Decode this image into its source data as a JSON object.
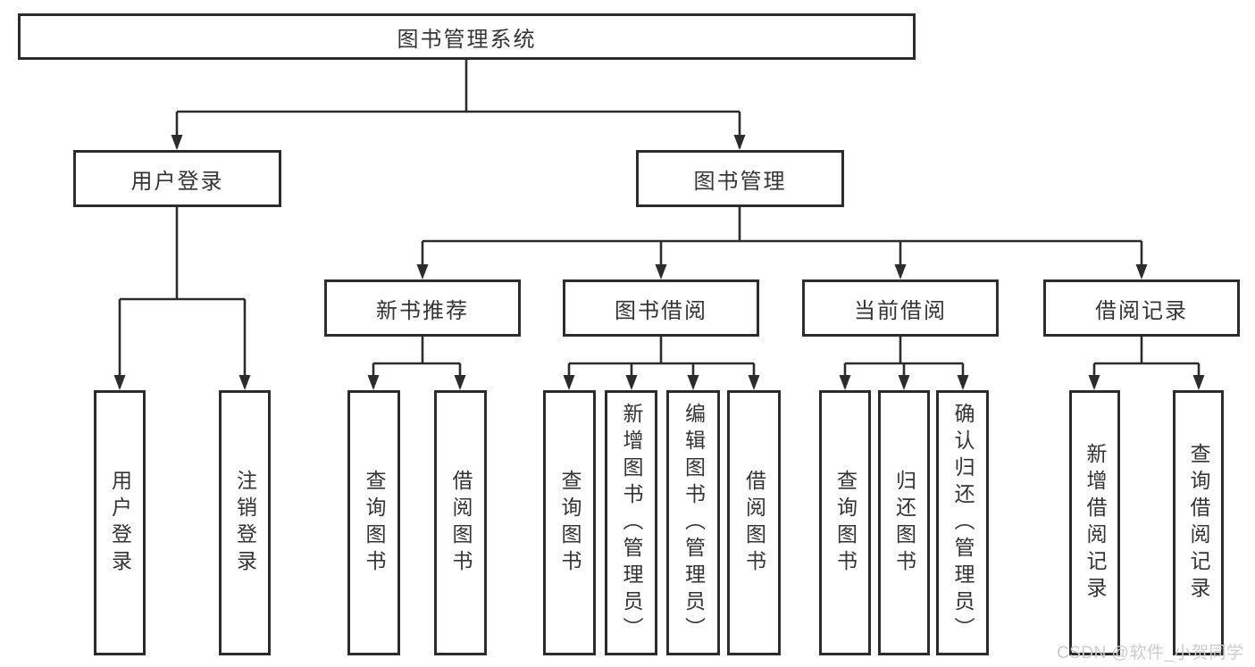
{
  "diagram": {
    "root": "图书管理系统",
    "branches": {
      "user_login": {
        "label": "用户登录",
        "children": [
          "用户登录",
          "注销登录"
        ]
      },
      "book_mgmt": {
        "label": "图书管理",
        "groups": {
          "new_books": {
            "label": "新书推荐",
            "children": [
              "查询图书",
              "借阅图书"
            ]
          },
          "book_borrow": {
            "label": "图书借阅",
            "children": [
              "查询图书",
              "新增图书（管理员）",
              "编辑图书（管理员）",
              "借阅图书"
            ]
          },
          "current_borrow": {
            "label": "当前借阅",
            "children": [
              "查询图书",
              "归还图书",
              "确认归还（管理员）"
            ]
          },
          "borrow_records": {
            "label": "借阅记录",
            "children": [
              "新增借阅记录",
              "查询借阅记录"
            ]
          }
        }
      }
    }
  },
  "watermark": {
    "text": "CSDN @软件_小贺同学"
  }
}
